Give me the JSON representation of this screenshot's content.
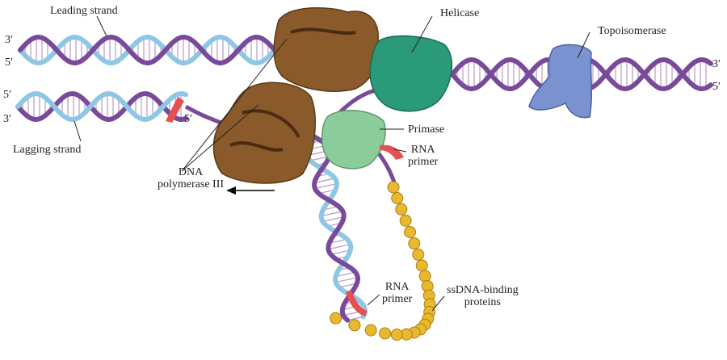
{
  "labels": {
    "leading_strand": "Leading strand",
    "lagging_strand": "Lagging strand",
    "helicase": "Helicase",
    "topoisomerase": "Topoisomerase",
    "primase": "Primase",
    "rna_primer_1_a": "RNA",
    "rna_primer_1_b": "primer",
    "rna_primer_2_a": "RNA",
    "rna_primer_2_b": "primer",
    "dna_pol_a": "DNA",
    "dna_pol_b": "polymerase III",
    "ssb_a": "ssDNA-binding",
    "ssb_b": "proteins",
    "end_top_left_3": "3′",
    "end_top_left_5": "5′",
    "end_low_left_5": "5′",
    "end_low_left_3": "3′",
    "end_mid_5": "5′",
    "end_right_3": "3′",
    "end_right_5": "5′"
  },
  "colors": {
    "purple_strand": "#7a4a9a",
    "blue_strand": "#8ec6e6",
    "polymerase": "#8a5a2b",
    "helicase": "#2a9a78",
    "primase": "#8ccc9a",
    "topoisomerase": "#7a92d0",
    "ssb": "#e8b830",
    "primer": "#e85050"
  }
}
